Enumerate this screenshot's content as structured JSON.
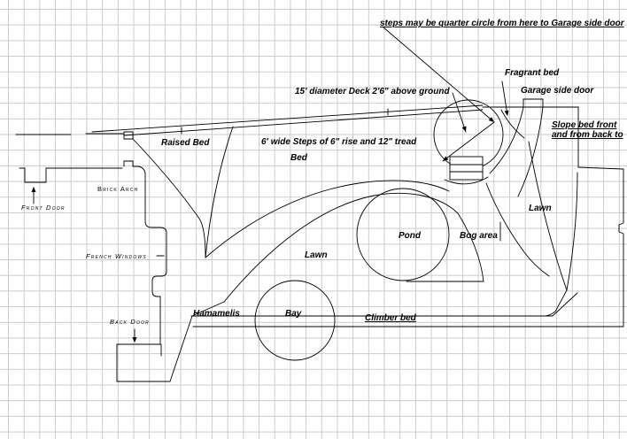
{
  "drawing": {
    "notes": {
      "steps_quarter_circle": "steps may be quarter circle from here to Garage side door",
      "deck": "15' diameter Deck 2'6\" above ground",
      "steps_size": "6' wide Steps of 6\" rise and 12\" tread",
      "bed": "Bed",
      "slope_line1": "Slope bed front",
      "slope_line2": "and from back to"
    },
    "areas": {
      "raised_bed": "Raised Bed",
      "fragrant_bed": "Fragrant bed",
      "lawn_left": "Lawn",
      "lawn_right": "Lawn",
      "pond": "Pond",
      "bog_area": "Bog area",
      "climber_bed": "Climber bed",
      "hamamelis": "Hamamelis",
      "bay": "Bay"
    },
    "house": {
      "brick_arch": "Brick Arch",
      "front_door": "Front Door",
      "french_windows": "French Windows",
      "back_door": "Back Door",
      "garage_side_door": "Garage side door"
    },
    "colors": {
      "background": "#ffffff",
      "grid": "#cbcbcb",
      "line": "#000000"
    }
  }
}
